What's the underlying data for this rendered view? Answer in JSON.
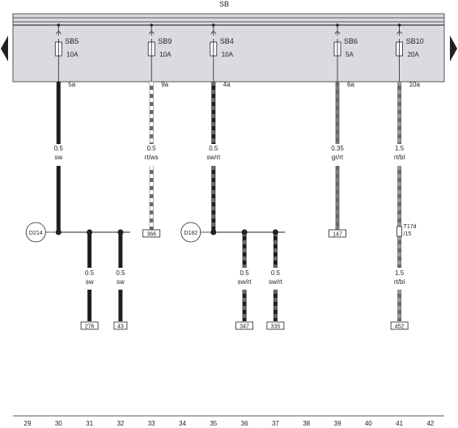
{
  "title": "SB",
  "colors": {
    "panel": "#d9dbe0",
    "frame": "#555555",
    "sw": "#1e1e1e",
    "rt": "#6a6a6a",
    "ws": "#ffffff",
    "gr": "#7d7d7d",
    "bl": "#9a9a9a"
  },
  "nav": {
    "prev_icon": "arrow-left-icon",
    "next_icon": "arrow-right-icon"
  },
  "fuses": [
    {
      "id": "sb5",
      "name": "SB5",
      "amp": "10A",
      "terminal": "5a",
      "size": "0.5",
      "color_code": "sw",
      "stripe": null,
      "base": "sw",
      "column": 30
    },
    {
      "id": "sb9",
      "name": "SB9",
      "amp": "10A",
      "terminal": "9a",
      "size": "0.5",
      "color_code": "rt/ws",
      "base": "rt",
      "stripe": "ws",
      "column": 33
    },
    {
      "id": "sb4",
      "name": "SB4",
      "amp": "10A",
      "terminal": "4a",
      "size": "0.5",
      "color_code": "sw/rt",
      "base": "sw",
      "stripe": "rt",
      "column": 35
    },
    {
      "id": "sb6",
      "name": "SB6",
      "amp": "5A",
      "terminal": "6a",
      "size": "0.35",
      "color_code": "gr/rt",
      "base": "gr",
      "stripe": "rt",
      "column": 39
    },
    {
      "id": "sb10",
      "name": "SB10",
      "amp": "20A",
      "terminal": "10a",
      "size": "1.5",
      "color_code": "rt/bl",
      "base": "rt",
      "stripe": "bl",
      "column": 41
    }
  ],
  "splices": [
    {
      "id": "d214",
      "label": "D214",
      "column": 30
    },
    {
      "id": "d182",
      "label": "D182",
      "column": 35
    }
  ],
  "connector": {
    "label": "T17d",
    "pin": "/15",
    "column": 41
  },
  "branches": [
    {
      "column": 31,
      "size": "0.5",
      "color_code": "sw",
      "base": "sw",
      "stripe": null,
      "ref": "276"
    },
    {
      "column": 32,
      "size": "0.5",
      "color_code": "sw",
      "base": "sw",
      "stripe": null,
      "ref": "43"
    },
    {
      "column": 36,
      "size": "0.5",
      "color_code": "sw/rt",
      "base": "sw",
      "stripe": "rt",
      "ref": "347"
    },
    {
      "column": 37,
      "size": "0.5",
      "color_code": "sw/rt",
      "base": "sw",
      "stripe": "rt",
      "ref": "335"
    }
  ],
  "direct_refs": [
    {
      "column": 33,
      "ref": "366"
    },
    {
      "column": 39,
      "ref": "147"
    }
  ],
  "lower_wire": {
    "column": 41,
    "size": "1.5",
    "color_code": "rt/bl",
    "base": "rt",
    "stripe": "bl",
    "ref": "452"
  },
  "grid_numbers": [
    "29",
    "30",
    "31",
    "32",
    "33",
    "34",
    "35",
    "36",
    "37",
    "38",
    "39",
    "40",
    "41",
    "42"
  ]
}
